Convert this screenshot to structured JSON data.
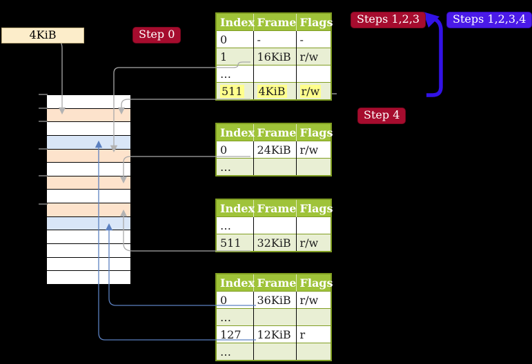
{
  "colors": {
    "bg": "#000000",
    "header-green": "#9fc339",
    "olive": "#7f9d21",
    "row-green": "#e9efd4",
    "row-white": "#ffffff",
    "highlight-yellow": "#ffff8c",
    "peach": "#fde3cc",
    "lightblue": "#d9e6f7",
    "cream": "#fcedca",
    "cream-border": "#c8b683",
    "crimson": "#a60c2e",
    "crimson-border": "#7c0820",
    "violet": "#4a1ae8",
    "arrow-blue": "#3212e6",
    "steel-blue": "#5b80c0",
    "line-gray": "#a9a9a9",
    "tick-gray": "#7f7f7f",
    "text-dark": "#1c1c1c"
  },
  "cr3_box": {
    "label": "4KiB"
  },
  "labels": {
    "step0": "Step 0",
    "steps123": "Steps 1,2,3",
    "steps1234": "Steps 1,2,3,4",
    "step4": "Step 4"
  },
  "memory": {
    "rows": [
      "white",
      "peach",
      "white",
      "blue",
      "peach",
      "white",
      "peach",
      "white",
      "peach",
      "blue",
      "white",
      "white",
      "white",
      "white"
    ]
  },
  "tables": [
    {
      "name": "level-4-page-table",
      "headers": [
        "Index",
        "Frame",
        "Flags"
      ],
      "rows": [
        {
          "cells": [
            "0",
            "-",
            "-"
          ]
        },
        {
          "cells": [
            "1",
            "16KiB",
            "r/w"
          ]
        },
        {
          "cells": [
            "…",
            "",
            ""
          ]
        },
        {
          "cells": [
            "511",
            "4KiB",
            "r/w"
          ],
          "highlight": true
        }
      ]
    },
    {
      "name": "level-3-page-table",
      "headers": [
        "Index",
        "Frame",
        "Flags"
      ],
      "rows": [
        {
          "cells": [
            "0",
            "24KiB",
            "r/w"
          ]
        },
        {
          "cells": [
            "…",
            "",
            ""
          ]
        }
      ]
    },
    {
      "name": "level-2-page-table",
      "headers": [
        "Index",
        "Frame",
        "Flags"
      ],
      "rows": [
        {
          "cells": [
            "…",
            "",
            ""
          ]
        },
        {
          "cells": [
            "511",
            "32KiB",
            "r/w"
          ]
        }
      ]
    },
    {
      "name": "level-1-page-table",
      "headers": [
        "Index",
        "Frame",
        "Flags"
      ],
      "rows": [
        {
          "cells": [
            "0",
            "36KiB",
            "r/w"
          ]
        },
        {
          "cells": [
            "…",
            "",
            ""
          ]
        },
        {
          "cells": [
            "127",
            "12KiB",
            "r"
          ]
        },
        {
          "cells": [
            "…",
            "",
            ""
          ]
        }
      ]
    }
  ]
}
